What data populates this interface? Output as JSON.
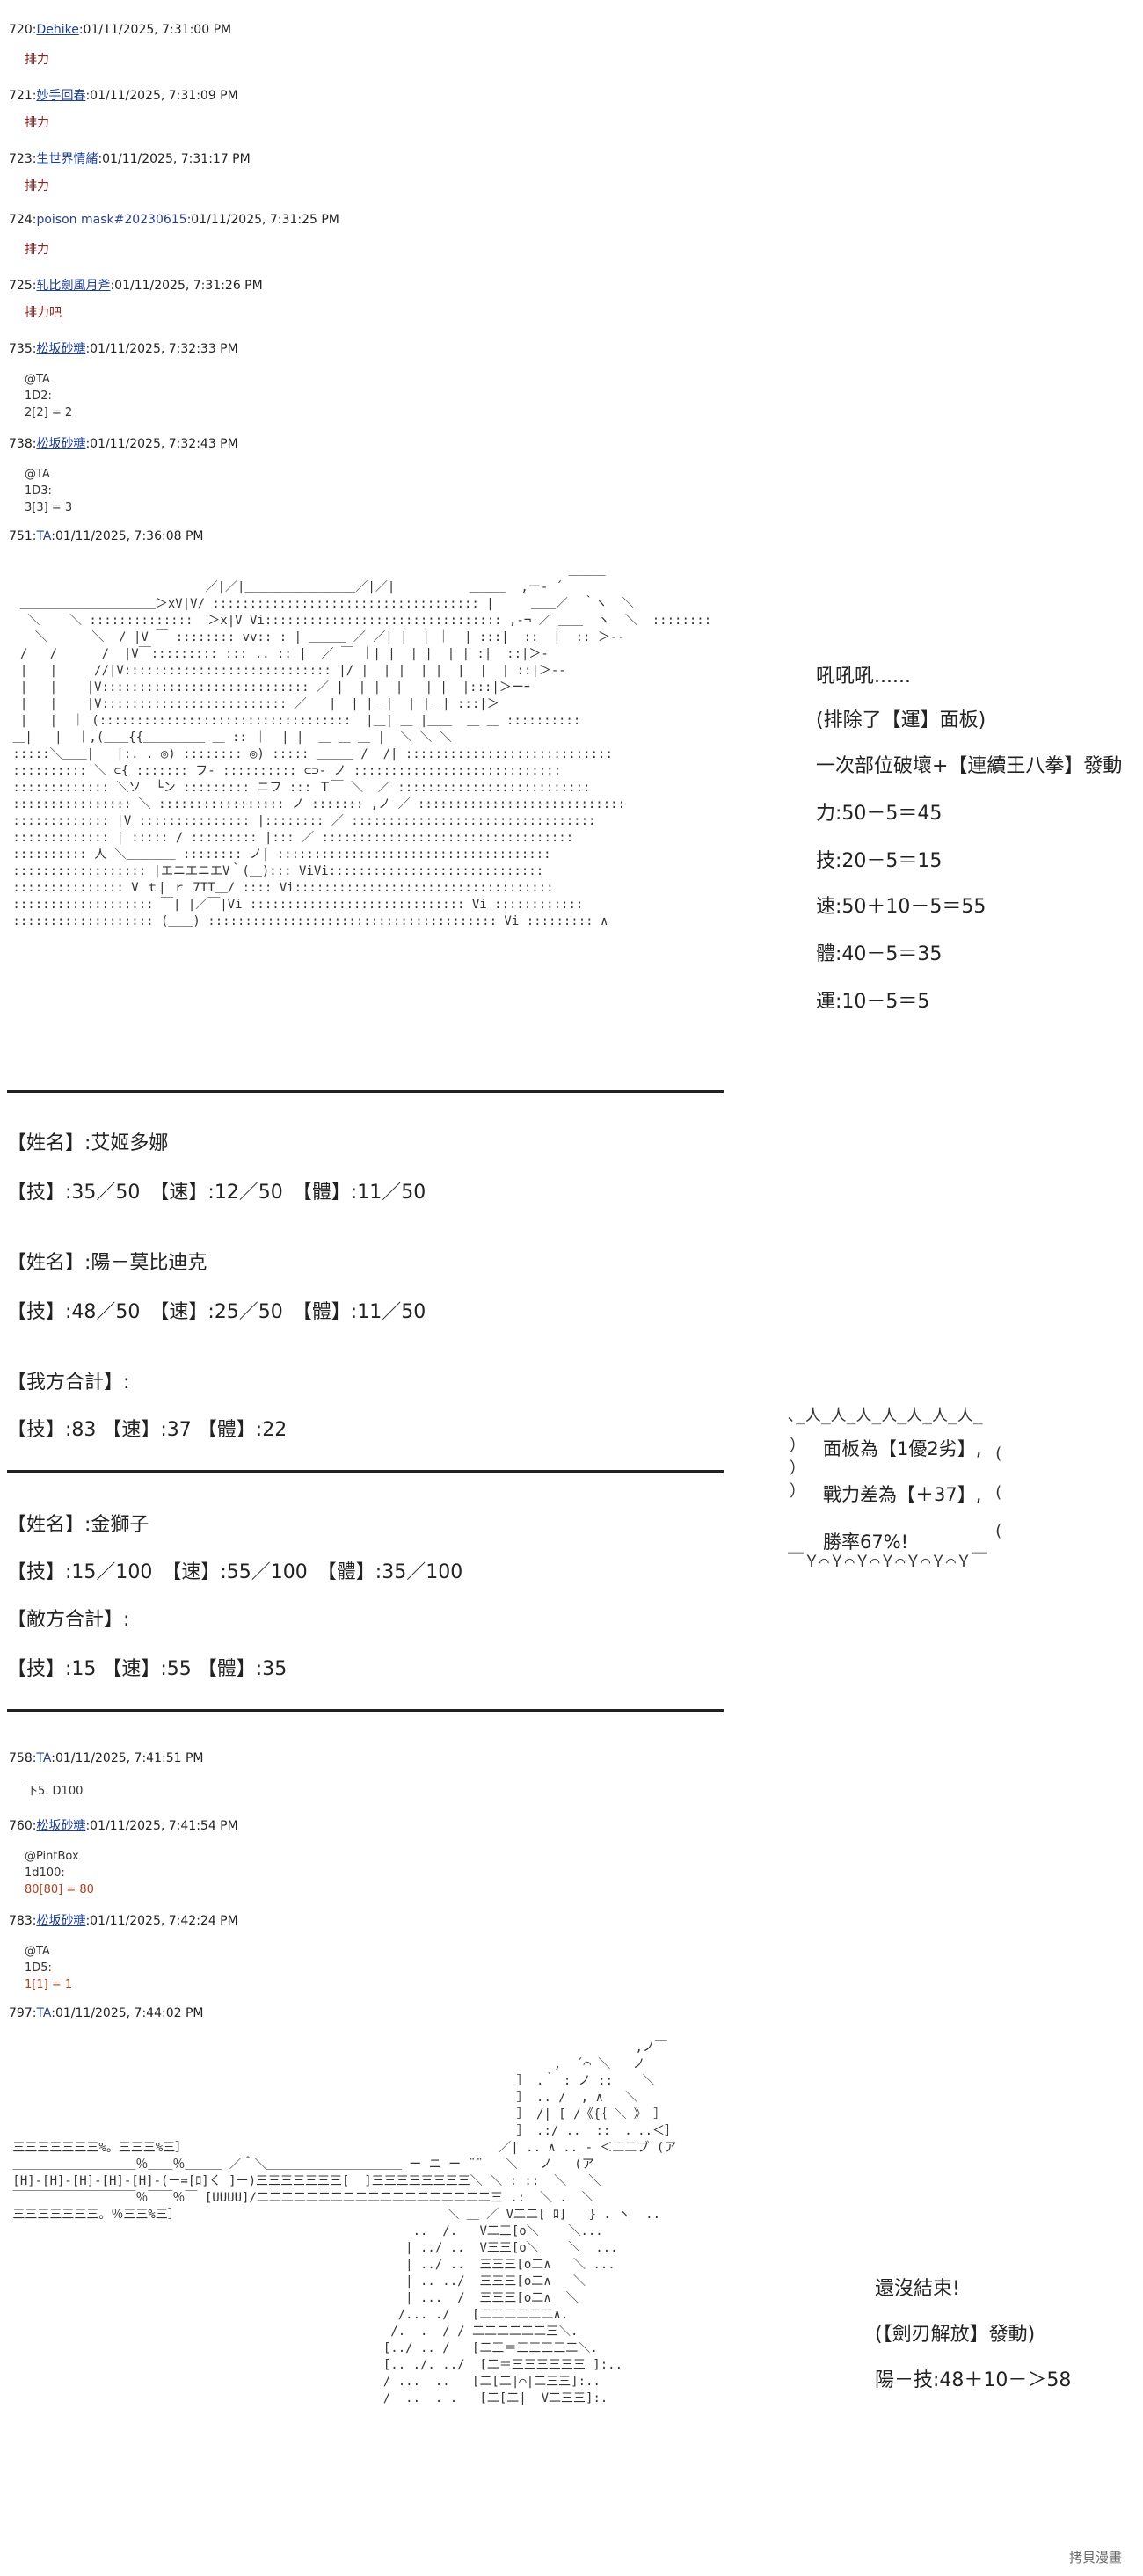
{
  "thread_top": [
    {
      "no": "720:",
      "name": "Dehike",
      "time": ":01/11/2025, 7:31:00 PM",
      "body": "排力",
      "link": true
    },
    {
      "no": "721:",
      "name": "妙手回春",
      "time": ":01/11/2025, 7:31:09 PM",
      "body": "排力",
      "link": true
    },
    {
      "no": "723:",
      "name": "生世界情緒",
      "time": ":01/11/2025, 7:31:17 PM",
      "body": "排力",
      "link": true
    },
    {
      "no": "724:",
      "name": "poison mask#20230615",
      "time": ":01/11/2025, 7:31:25 PM",
      "body": "排力",
      "link": false
    },
    {
      "no": "725:",
      "name": "轧比劍風月斧",
      "time": ":01/11/2025, 7:31:26 PM",
      "body": "排力吧",
      "link": true
    }
  ],
  "dice_top": [
    {
      "no": "735:",
      "name": "松坂砂糖",
      "time": ":01/11/2025, 7:32:33 PM",
      "target": "@TA",
      "roll": "1D2:",
      "result": "2[2] = 2"
    },
    {
      "no": "738:",
      "name": "松坂砂糖",
      "time": ":01/11/2025, 7:32:43 PM",
      "target": "@TA",
      "roll": "1D3:",
      "result": "3[3] = 3"
    }
  ],
  "post751": {
    "no": "751:",
    "name": "TA",
    "time": ":01/11/2025, 7:36:08 PM"
  },
  "narration1": {
    "l1": "吼吼吼......",
    "l2": "(排除了【運】面板)",
    "l3": "一次部位破壞+【連續王八拳】發動",
    "l4": "力:50－5＝45",
    "l5": "技:20－5＝15",
    "l6": "速:50＋10－5＝55",
    "l7": "體:40－5＝35",
    "l8": "運:10－5＝5"
  },
  "team": {
    "m1_name": "【姓名】:艾姬多娜",
    "m1_stats": "【技】:35／50　【速】:12／50　【體】:11／50",
    "m2_name": "【姓名】:陽－莫比迪克",
    "m2_stats": "【技】:48／50　【速】:25／50　【體】:11／50",
    "total_label": "【我方合計】:",
    "total_stats": "【技】:83 【速】:37 【體】:22",
    "e_name": "【姓名】:金獅子",
    "e_stats": "【技】:15／100　【速】:55／100　【體】:35／100",
    "e_total_label": "【敵方合計】:",
    "e_total_stats": "【技】:15 【速】:55 【體】:35"
  },
  "bubble": {
    "l1": "面板為【1優2劣】,",
    "l2": "戰力差為【＋37】,",
    "l3": "勝率67%!"
  },
  "post758": {
    "no": "758:",
    "name": "TA",
    "time": ":01/11/2025, 7:41:51 PM",
    "body": "下5. D100"
  },
  "dice_bottom": [
    {
      "no": "760:",
      "name": "松坂砂糖",
      "time": ":01/11/2025, 7:41:54 PM",
      "target": "@PintBox",
      "roll": "1d100:",
      "result": "80[80] = 80"
    },
    {
      "no": "783:",
      "name": "松坂砂糖",
      "time": ":01/11/2025, 7:42:24 PM",
      "target": "@TA",
      "roll": "1D5:",
      "result": "1[1] = 1"
    }
  ],
  "post797": {
    "no": "797:",
    "name": "TA",
    "time": ":01/11/2025, 7:44:02 PM"
  },
  "narration2": {
    "l1": "還沒結束!",
    "l2": "(【劍刃解放】發動)",
    "l3": "陽－技:48＋10－＞58"
  },
  "watermark": "拷貝漫畫"
}
